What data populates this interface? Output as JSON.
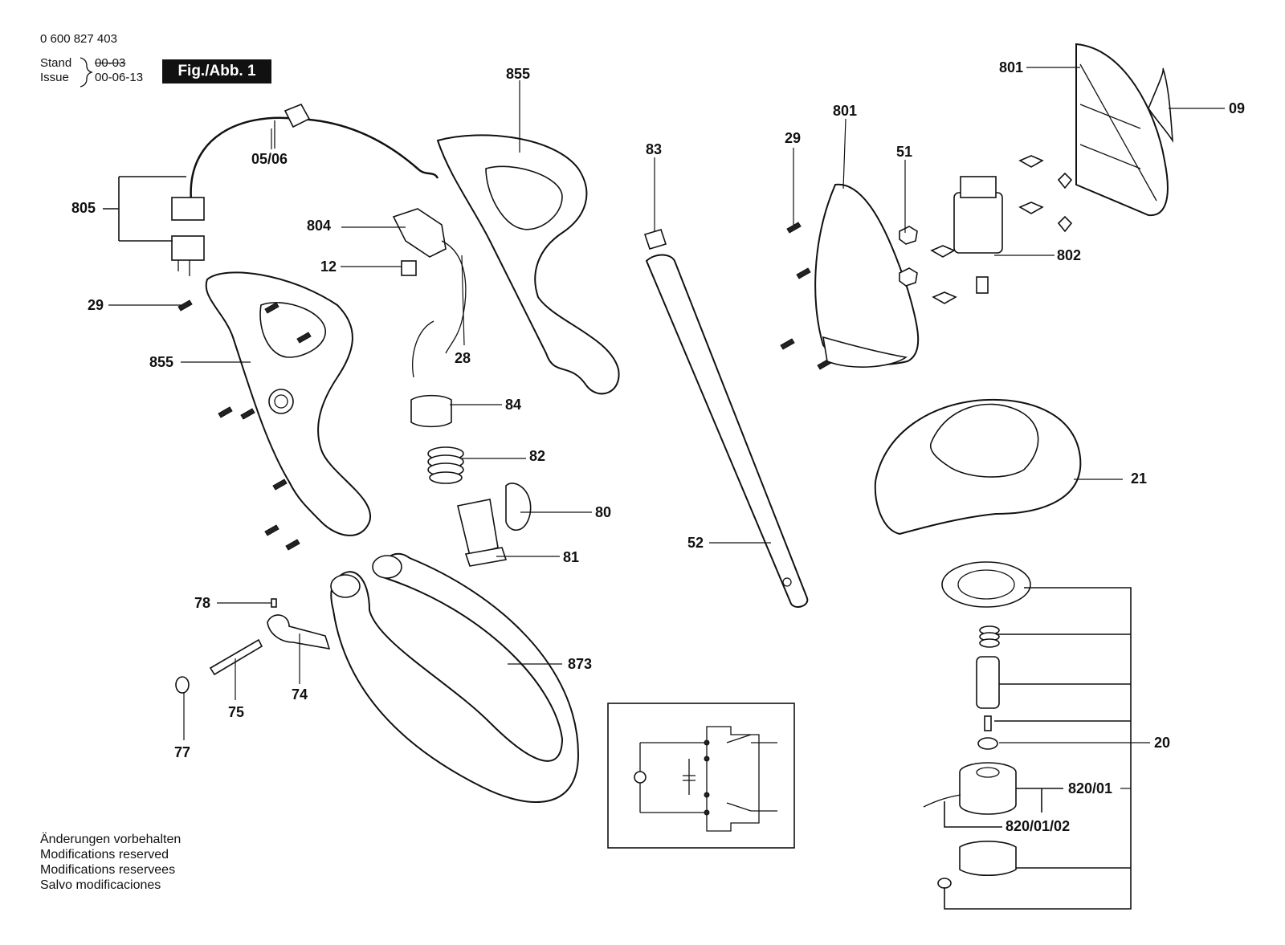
{
  "header": {
    "part_number": "0 600 827 403",
    "stand_label": "Stand",
    "issue_label": "Issue",
    "stand_date": "00-03",
    "issue_date": "00-06-13",
    "figure": "Fig./Abb. 1"
  },
  "labels": {
    "l855a": "855",
    "l0506": "05/06",
    "l805": "805",
    "l804": "804",
    "l12": "12",
    "l29a": "29",
    "l855b": "855",
    "l28": "28",
    "l84": "84",
    "l82": "82",
    "l80": "80",
    "l81": "81",
    "l83": "83",
    "l52": "52",
    "l29b": "29",
    "l801a": "801",
    "l801b": "801",
    "l51": "51",
    "l802": "802",
    "l09": "09",
    "l21": "21",
    "l20": "20",
    "l82001": "820/01",
    "l8200102": "820/01/02",
    "l78": "78",
    "l74": "74",
    "l75": "75",
    "l77": "77",
    "l873": "873"
  },
  "notes": [
    "Änderungen vorbehalten",
    "Modifications reserved",
    "Modifications reservees",
    "Salvo modificaciones"
  ]
}
